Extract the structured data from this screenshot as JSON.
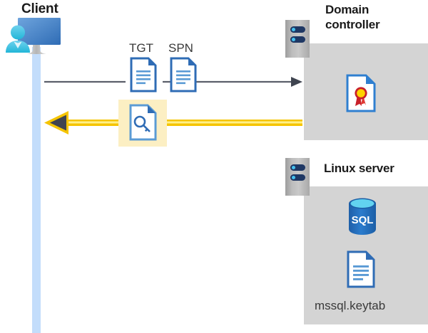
{
  "diagram": {
    "type": "sequence-flow",
    "title_client": "Client",
    "title_domain_controller": "Domain controller",
    "title_linux_server": "Linux server",
    "colors": {
      "panel_gray": "#d4d4d4",
      "lifeline_blue": "#c3ddfb",
      "highlight_yellow": "#fcefc3",
      "arrow_gold": "#f5c400",
      "arrow_dark": "#3f4450",
      "doc_blue": "#3d7ebd",
      "sql_blue": "#2470bd",
      "cert_red": "#c8202a",
      "cert_gold": "#ffd400",
      "rack_navy": "#1f3864",
      "rack_cyan": "#45c2f0"
    }
  },
  "client": {
    "label": "Client",
    "icon": "user-monitor-icon",
    "lifeline": "client-lifeline"
  },
  "messages": [
    {
      "id": "request",
      "direction": "right",
      "style": "thin-dark-arrow",
      "artifacts": [
        {
          "label": "TGT",
          "icon": "document-icon"
        },
        {
          "label": "SPN",
          "icon": "document-icon"
        }
      ]
    },
    {
      "id": "response",
      "direction": "left",
      "style": "thick-gold-arrow",
      "highlighted": true,
      "artifacts": [
        {
          "label": "",
          "icon": "key-document-icon"
        }
      ]
    }
  ],
  "domain_controller": {
    "title": "Domain controller",
    "rack_icon": "server-rack-icon",
    "contents": [
      {
        "icon": "certificate-document-icon",
        "label": ""
      }
    ]
  },
  "linux_server": {
    "title": "Linux server",
    "rack_icon": "server-rack-icon",
    "contents": [
      {
        "icon": "sql-database-icon",
        "label": "SQL"
      },
      {
        "icon": "document-icon",
        "label": "mssql.keytab"
      }
    ],
    "sql_label": "SQL",
    "keytab_label": "mssql.keytab"
  }
}
